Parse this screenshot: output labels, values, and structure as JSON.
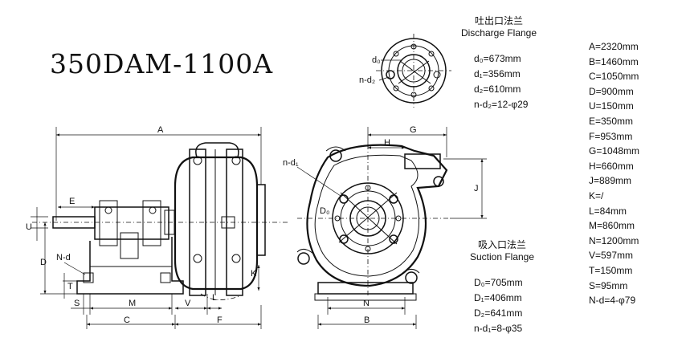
{
  "model": "350DAM-1100A",
  "discharge_flange": {
    "title_cn": "吐出口法兰",
    "title_en": "Discharge Flange",
    "specs": [
      "d₀=673mm",
      "d₁=356mm",
      "d₂=610mm",
      "n-d₂=12-φ29"
    ]
  },
  "suction_flange": {
    "title_cn": "吸入口法兰",
    "title_en": "Suction Flange",
    "specs": [
      "D₀=705mm",
      "D₁=406mm",
      "D₂=641mm",
      "n-d₁=8-φ35"
    ]
  },
  "dimensions": [
    "A=2320mm",
    "B=1460mm",
    "C=1050mm",
    "D=900mm",
    "U=150mm",
    "E=350mm",
    "F=953mm",
    "G=1048mm",
    "H=660mm",
    "J=889mm",
    "K=/",
    "L=84mm",
    "M=860mm",
    "N=1200mm",
    "V=597mm",
    "T=150mm",
    "S=95mm",
    "N-d=4-φ79"
  ],
  "drawing_labels": {
    "A": "A",
    "B": "B",
    "C": "C",
    "D": "D",
    "E": "E",
    "F": "F",
    "G": "G",
    "H": "H",
    "J": "J",
    "K": "K",
    "L": "L",
    "M": "M",
    "N": "N",
    "S": "S",
    "T": "T",
    "U": "U",
    "V": "V",
    "Nd": "N-d",
    "nd1": "n-d₁",
    "D0": "D₀",
    "d0": "d₀",
    "nd2": "n-d₂"
  }
}
